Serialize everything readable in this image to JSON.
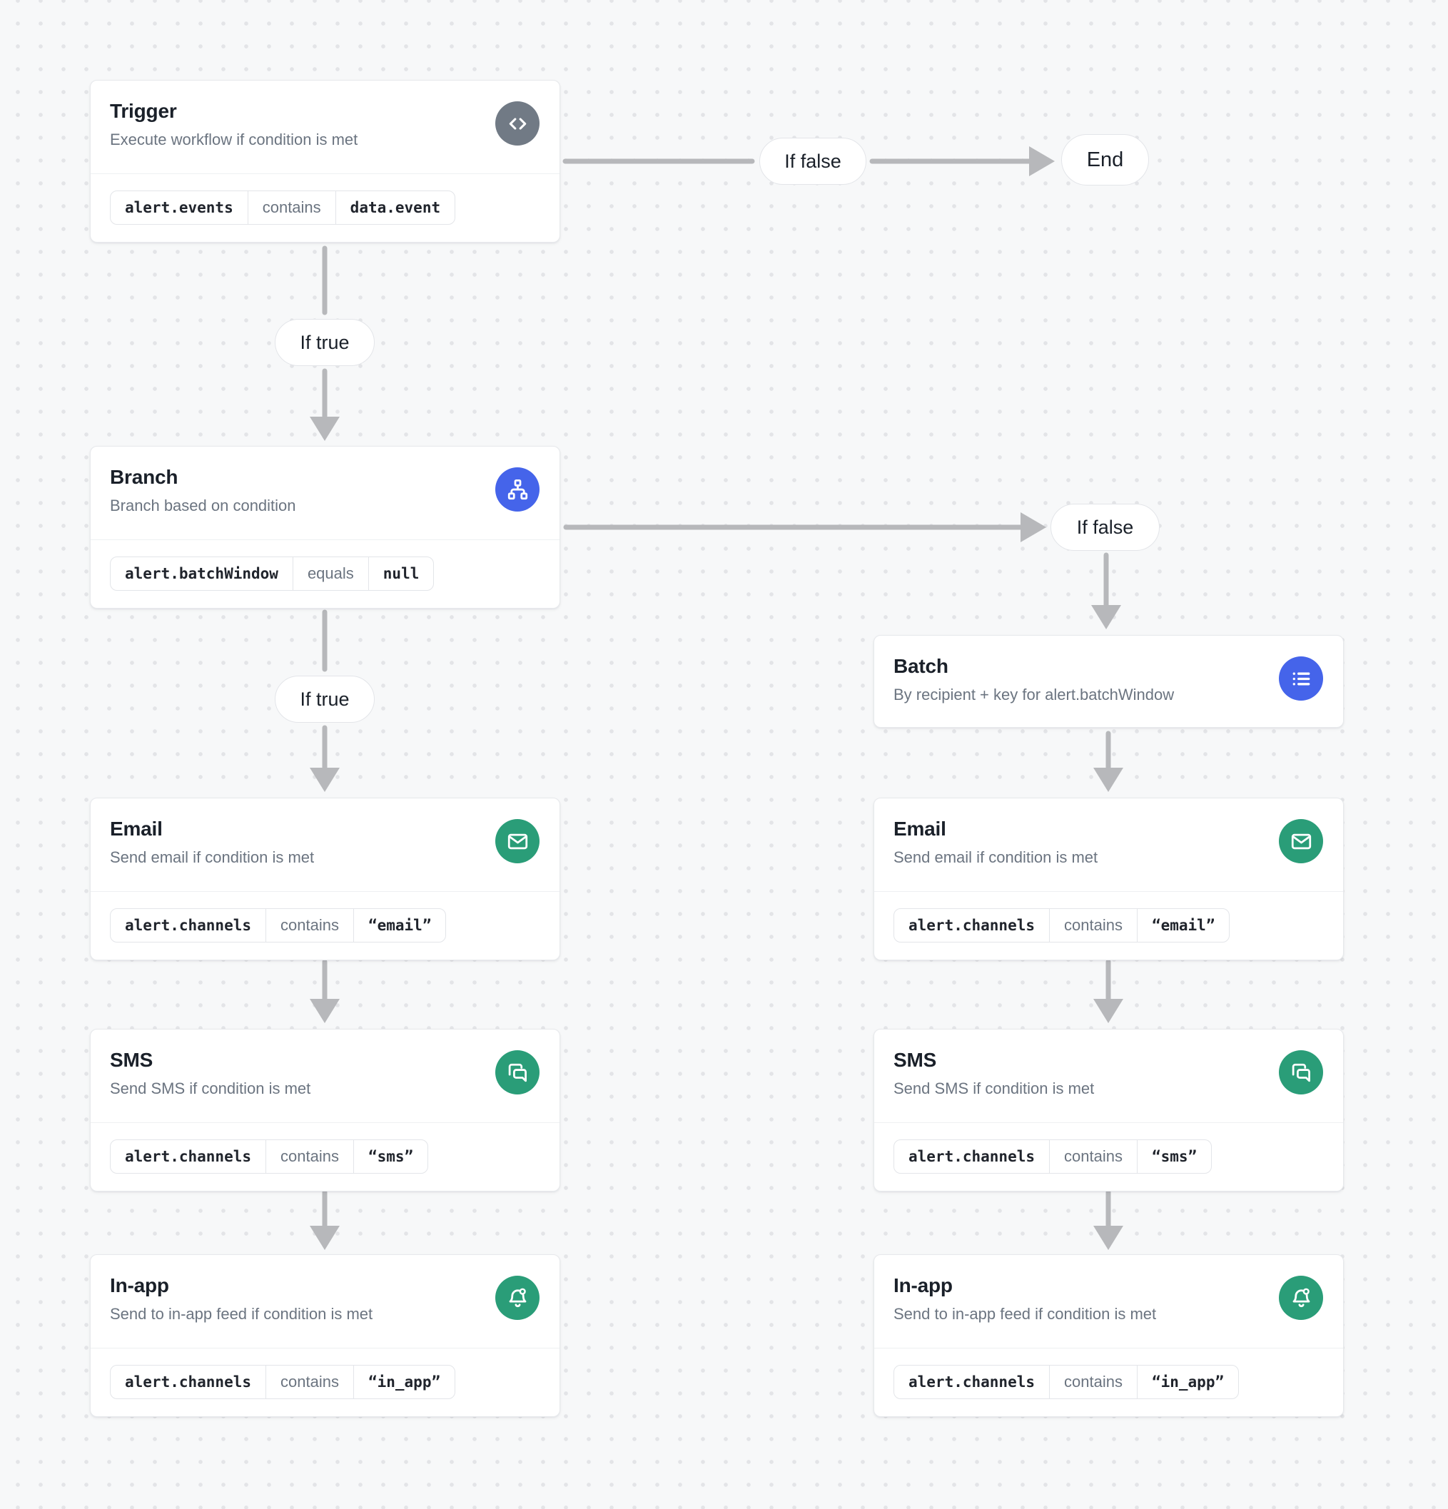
{
  "edges": {
    "if_true": "If true",
    "if_false": "If false"
  },
  "end_node": {
    "label": "End"
  },
  "nodes": {
    "trigger": {
      "title": "Trigger",
      "subtitle": "Execute workflow if condition is met",
      "icon": "code-icon",
      "condition": [
        "alert.events",
        "contains",
        "data.event"
      ]
    },
    "branch": {
      "title": "Branch",
      "subtitle": "Branch based on condition",
      "icon": "branch-icon",
      "condition": [
        "alert.batchWindow",
        "equals",
        "null"
      ]
    },
    "batch": {
      "title": "Batch",
      "subtitle": "By recipient + key for alert.batchWindow",
      "icon": "list-icon"
    },
    "email_left": {
      "title": "Email",
      "subtitle": "Send email if condition is met",
      "icon": "email-icon",
      "condition": [
        "alert.channels",
        "contains",
        "“email”"
      ]
    },
    "sms_left": {
      "title": "SMS",
      "subtitle": "Send SMS if condition is met",
      "icon": "sms-icon",
      "condition": [
        "alert.channels",
        "contains",
        "“sms”"
      ]
    },
    "inapp_left": {
      "title": "In-app",
      "subtitle": "Send to in-app feed if condition is met",
      "icon": "bell-icon",
      "condition": [
        "alert.channels",
        "contains",
        "“in_app”"
      ]
    },
    "email_right": {
      "title": "Email",
      "subtitle": "Send email if condition is met",
      "icon": "email-icon",
      "condition": [
        "alert.channels",
        "contains",
        "“email”"
      ]
    },
    "sms_right": {
      "title": "SMS",
      "subtitle": "Send SMS if condition is met",
      "icon": "sms-icon",
      "condition": [
        "alert.channels",
        "contains",
        "“sms”"
      ]
    },
    "inapp_right": {
      "title": "In-app",
      "subtitle": "Send to in-app feed if condition is met",
      "icon": "bell-icon",
      "condition": [
        "alert.channels",
        "contains",
        "“in_app”"
      ]
    }
  },
  "colors": {
    "accent_blue": "#4564ea",
    "accent_green": "#2a9d78",
    "icon_gray": "#717a85",
    "arrow": "#b7b8bb"
  }
}
